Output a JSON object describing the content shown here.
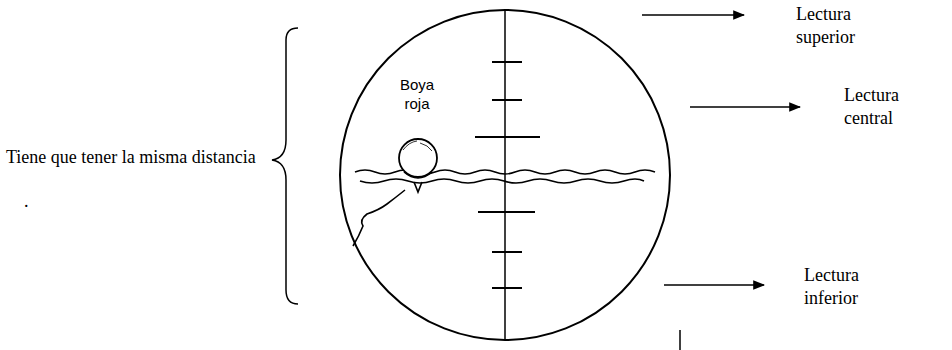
{
  "diagram": {
    "labels": [
      "Boya roja",
      "Tiene que tener la misma distancia",
      ".",
      "Lectura superior",
      "Lectura central",
      "Lectura inferior"
    ]
  }
}
